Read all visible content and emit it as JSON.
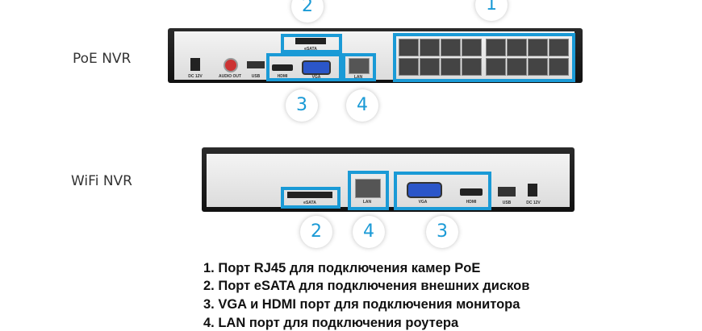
{
  "poe": {
    "label": "PoE NVR",
    "ports": {
      "dc": "DC 12V",
      "audio": "AUDIO OUT",
      "usb": "USB",
      "hdmi": "HDMI",
      "vga": "VGA",
      "lan": "LAN",
      "esata": "eSATA"
    },
    "callouts": [
      "2",
      "1",
      "3",
      "4"
    ]
  },
  "wifi": {
    "label": "WiFi NVR",
    "ports": {
      "esata": "eSATA",
      "lan": "LAN",
      "vga": "VGA",
      "hdmi": "HDMI",
      "usb": "USB",
      "dc": "DC 12V"
    },
    "callouts": [
      "2",
      "4",
      "3"
    ]
  },
  "legend": [
    "1. Порт RJ45 для подключения камер PoE",
    "2. Порт eSATA для подключения внешних дисков",
    "3. VGA и HDMI порт для подключения монитора",
    "4. LAN порт для подключения роутера"
  ],
  "colors": {
    "accent": "#1a9ad6"
  }
}
